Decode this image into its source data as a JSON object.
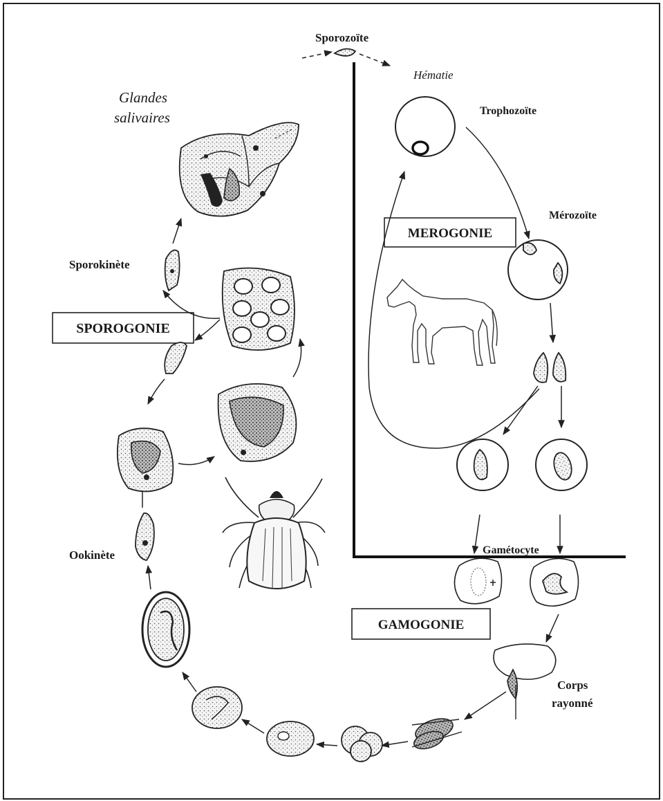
{
  "labels": {
    "sporozoite": "Sporozoïte",
    "hematie": "Hématie",
    "trophozoite": "Trophozoïte",
    "glandes_line1": "Glandes",
    "glandes_line2": "salivaires",
    "merozoite": "Mérozoïte",
    "sporokinete": "Sporokinète",
    "gametocyte": "Gamétocyte",
    "ookinete": "Ookinète",
    "corps_line1": "Corps",
    "corps_line2": "rayonné"
  },
  "phases": {
    "merogonie": "MEROGONIE",
    "sporogonie": "SPOROGONIE",
    "gamogonie": "GAMOGONIE"
  },
  "illustrations": {
    "host": "horse-outline",
    "vector": "tick"
  }
}
